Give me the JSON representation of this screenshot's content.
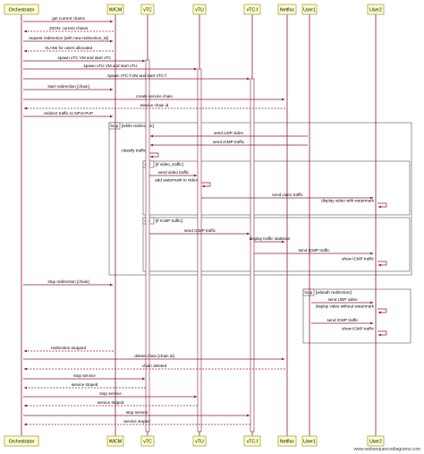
{
  "participants": [
    {
      "id": "orc",
      "label": "Orchestrator"
    },
    {
      "id": "wicm",
      "label": "WICM"
    },
    {
      "id": "vtc",
      "label": "vTC"
    },
    {
      "id": "vtu",
      "label": "vTU"
    },
    {
      "id": "vtcf",
      "label": "vTC-f"
    },
    {
      "id": "netfloc",
      "label": "Netfloc"
    },
    {
      "id": "user1",
      "label": "User1"
    },
    {
      "id": "user2",
      "label": "User2"
    }
  ],
  "messages": [
    {
      "from": "orc",
      "to": "wicm",
      "label": "get current chains",
      "dashed": false
    },
    {
      "from": "wicm",
      "to": "orc",
      "label": "JSON: current chains",
      "dashed": true
    },
    {
      "from": "orc",
      "to": "wicm",
      "label": "request redirection [with new redirection_id]",
      "dashed": false
    },
    {
      "from": "wicm",
      "to": "orc",
      "label": "VLANs for users allocated",
      "dashed": true
    },
    {
      "from": "orc",
      "to": "vtc",
      "label": "spawn vTC VM and start vTC",
      "dashed": false
    },
    {
      "from": "orc",
      "to": "vtu",
      "label": "spawn vTU VM and start vTU",
      "dashed": false
    },
    {
      "from": "orc",
      "to": "vtcf",
      "label": "spawn vTC-f VM and start vTC-f",
      "dashed": false
    },
    {
      "from": "orc",
      "to": "wicm",
      "label": "start redirection [chain]",
      "dashed": false
    },
    {
      "from": "orc",
      "to": "netfloc",
      "label": "create service chain",
      "dashed": false
    },
    {
      "from": "netfloc",
      "to": "orc",
      "label": "service chain id",
      "dashed": true
    },
    {
      "from": "orc",
      "to": "wicm",
      "label": "redirect traffic to NFVI-PoP",
      "dashed": false
    },
    {
      "from": "user1",
      "to": "vtc",
      "label": "send UDP video",
      "dashed": false
    },
    {
      "from": "user1",
      "to": "vtc",
      "label": "send ICMP traffic",
      "dashed": false
    },
    {
      "from": "vtc",
      "to": "vtc",
      "label": "classify traffic",
      "dashed": false
    },
    {
      "from": "vtc",
      "to": "vtu",
      "label": "send video traffic",
      "dashed": false
    },
    {
      "from": "vtu",
      "to": "vtu",
      "label": "add watermark to video",
      "dashed": false
    },
    {
      "from": "vtu",
      "to": "user2",
      "label": "send video traffic",
      "dashed": false
    },
    {
      "from": "user2",
      "to": "user2",
      "label": "display video with watermark",
      "dashed": false
    },
    {
      "from": "vtc",
      "to": "vtcf",
      "label": "send ICMP traffic",
      "dashed": false
    },
    {
      "from": "vtcf",
      "to": "netfloc",
      "label": "display traffic statistics",
      "dashed": false
    },
    {
      "from": "vtcf",
      "to": "user2",
      "label": "send ICMP traffic",
      "dashed": false
    },
    {
      "from": "user2",
      "to": "user2",
      "label": "show ICMP traffic",
      "dashed": false
    },
    {
      "from": "orc",
      "to": "wicm",
      "label": "stop redirection [chain]",
      "dashed": false
    },
    {
      "from": "user1",
      "to": "user2",
      "label": "send UDP video",
      "dashed": false
    },
    {
      "from": "user2",
      "to": "user2",
      "label": "display video without watermark",
      "dashed": false
    },
    {
      "from": "user1",
      "to": "user2",
      "label": "send ICMP traffic",
      "dashed": false
    },
    {
      "from": "user2",
      "to": "user2",
      "label": "show ICMP traffic",
      "dashed": false
    },
    {
      "from": "wicm",
      "to": "orc",
      "label": "redirection stopped",
      "dashed": true
    },
    {
      "from": "orc",
      "to": "netfloc",
      "label": "delete chain [chain id]",
      "dashed": false
    },
    {
      "from": "netfloc",
      "to": "orc",
      "label": "chain deleted",
      "dashed": true
    },
    {
      "from": "orc",
      "to": "vtc",
      "label": "stop service",
      "dashed": false
    },
    {
      "from": "vtc",
      "to": "orc",
      "label": "service stoped",
      "dashed": true
    },
    {
      "from": "orc",
      "to": "vtu",
      "label": "stop service",
      "dashed": false
    },
    {
      "from": "vtu",
      "to": "orc",
      "label": "service stoped",
      "dashed": true
    },
    {
      "from": "orc",
      "to": "vtcf",
      "label": "stop service",
      "dashed": false
    },
    {
      "from": "vtcf",
      "to": "orc",
      "label": "service stoped",
      "dashed": true
    }
  ],
  "frames": [
    {
      "kind": "loop",
      "label": "[while redirection]"
    },
    {
      "kind": "opt",
      "label": "[if video_traffic]"
    },
    {
      "kind": "opt",
      "label": "[if ICMP traffic]"
    },
    {
      "kind": "loop",
      "label": "[witouth redirection]"
    }
  ],
  "footer": {
    "watermark": "www.websequencediagrams.com"
  },
  "colors": {
    "lifeline": "#8f1a3a",
    "actor_fill": "#ffffcc"
  }
}
